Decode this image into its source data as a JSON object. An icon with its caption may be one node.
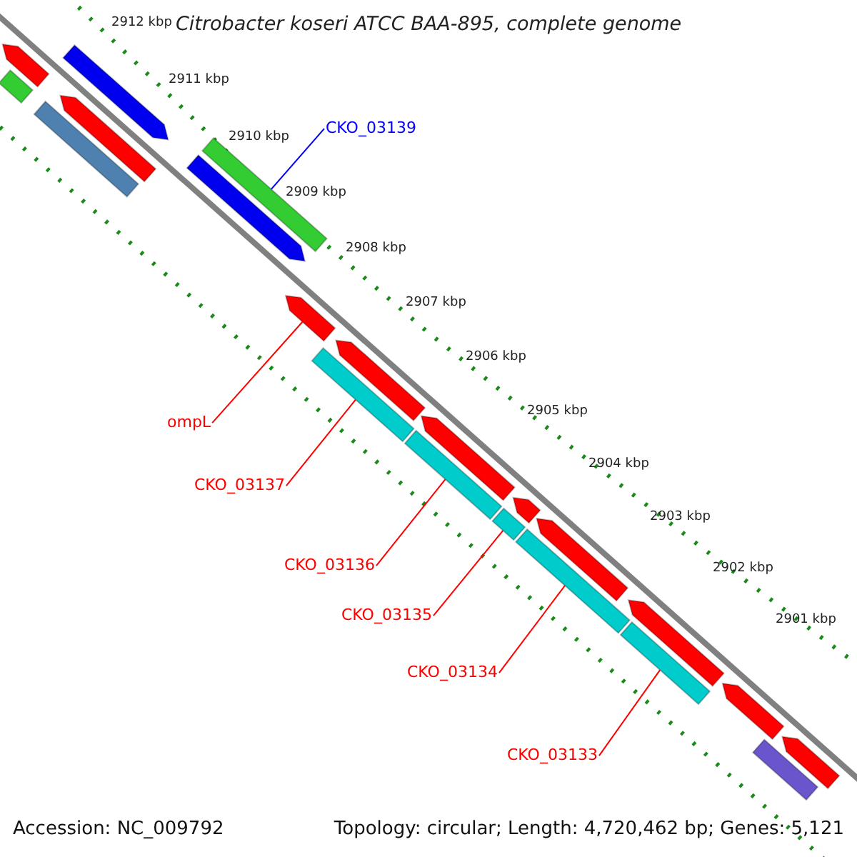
{
  "diagram": {
    "title": "Citrobacter koseri ATCC BAA-895, complete genome",
    "nodes": [
      {
        "text": [
          "CKO_03139"
        ]
      },
      {
        "text": [],
        "shape": "bar"
      },
      {
        "text": [
          "ompL"
        ]
      },
      {
        "text": [],
        "shape": "arrow"
      },
      {
        "text": [
          "CKO_03137"
        ]
      },
      {
        "text": [],
        "shape": "bar"
      },
      {
        "text": [
          "CKO_03136"
        ]
      },
      {
        "text": [],
        "shape": "bar"
      },
      {
        "text": [
          "CKO_03135"
        ]
      },
      {
        "text": [],
        "shape": "bar"
      },
      {
        "text": [
          "CKO_03134"
        ]
      },
      {
        "text": [],
        "shape": "bar"
      },
      {
        "text": [
          "CKO_03133"
        ]
      },
      {
        "text": [],
        "shape": "bar"
      }
    ],
    "edges": [
      {
        "from": 0,
        "to": 1,
        "arrow": "none",
        "color": "#0000ff"
      },
      {
        "from": 2,
        "to": 3,
        "arrow": "none"
      },
      {
        "from": 4,
        "to": 5,
        "arrow": "none"
      },
      {
        "from": 6,
        "to": 7,
        "arrow": "none"
      },
      {
        "from": 8,
        "to": 9,
        "arrow": "none"
      },
      {
        "from": 10,
        "to": 11,
        "arrow": "none"
      },
      {
        "from": 12,
        "to": 13,
        "arrow": "none"
      }
    ],
    "labels": [
      "2912 kbp",
      "2911 kbp",
      "2910 kbp",
      "2909 kbp",
      "2908 kbp",
      "2907 kbp",
      "2906 kbp",
      "2905 kbp",
      "2904 kbp",
      "2903 kbp",
      "2902 kbp",
      "2901 kbp",
      "Accession: NC_009792",
      "Topology: circular; Length: 4,720,462 bp; Genes: 5,121"
    ]
  }
}
